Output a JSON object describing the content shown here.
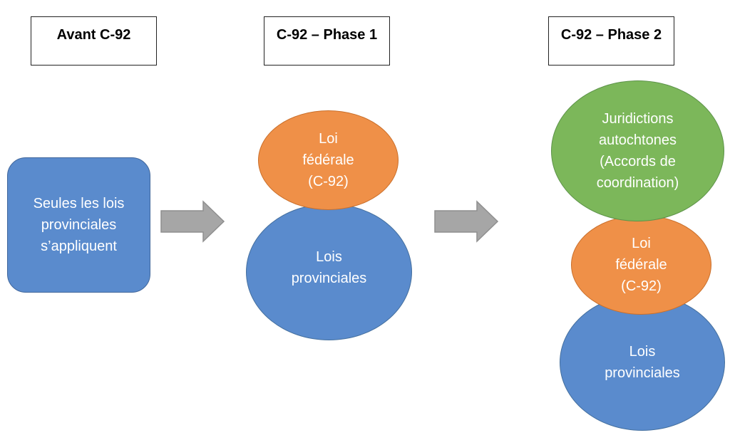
{
  "headers": {
    "before": "Avant C-92",
    "phase1": "C-92 – Phase 1",
    "phase2": "C-92 – Phase 2"
  },
  "before": {
    "box_text": "Seules les lois\nprovinciales\ns’appliquent"
  },
  "phase1": {
    "federal": "Loi\nfédérale\n(C-92)",
    "provincial": "Lois\nprovinciales"
  },
  "phase2": {
    "indigenous": "Juridictions\nautochtones\n(Accords de\ncoordination)",
    "federal": "Loi\nfédérale\n(C-92)",
    "provincial": "Lois\nprovinciales"
  },
  "colors": {
    "blue": "#5a8bcd",
    "orange": "#ef9048",
    "green": "#7cb75a",
    "arrow": "#a6a6a6"
  }
}
